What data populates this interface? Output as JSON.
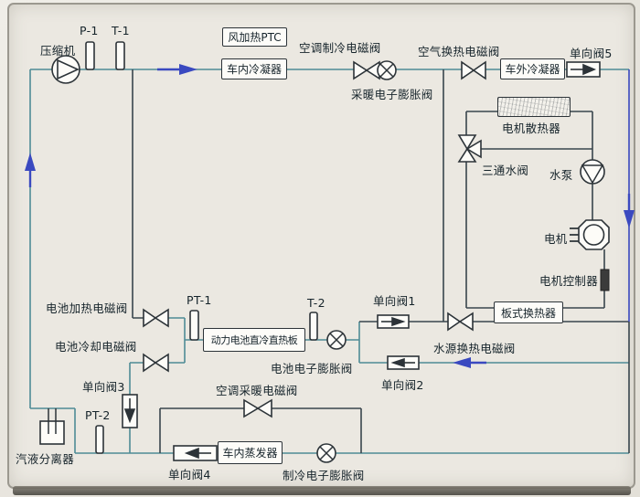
{
  "colors": {
    "pipe_teal": "#4e8b96",
    "pipe_dark": "#39454d",
    "arrow_blue": "#3a49c0",
    "box_border": "#2c3338",
    "text": "#16242b",
    "background": "#e8e5de"
  },
  "labels": {
    "compressor": "压缩机",
    "p1": "P-1",
    "t1": "T-1",
    "ptc": "风加热PTC",
    "cabin_condenser": "车内冷凝器",
    "ac_cooling_solenoid": "空调制冷电磁阀",
    "heating_eev": "采暖电子膨胀阀",
    "air_hx_solenoid": "空气换热电磁阀",
    "ext_condenser": "车外冷凝器",
    "check5": "单向阀5",
    "motor_radiator": "电机散热器",
    "three_way_valve": "三通水阀",
    "water_pump": "水泵",
    "motor": "电机",
    "motor_controller": "电机控制器",
    "plate_hx": "板式换热器",
    "battery_heat_solenoid": "电池加热电磁阀",
    "battery_cool_solenoid": "电池冷却电磁阀",
    "pt1": "PT-1",
    "battery_plate": "动力电池直冷直热板",
    "t2": "T-2",
    "check1": "单向阀1",
    "battery_eev": "电池电子膨胀阀",
    "water_source_solenoid": "水源换热电磁阀",
    "check2": "单向阀2",
    "check3": "单向阀3",
    "pt2": "PT-2",
    "ac_heating_solenoid": "空调采暖电磁阀",
    "separator": "汽液分离器",
    "check4": "单向阀4",
    "cabin_evaporator": "车内蒸发器",
    "cooling_eev": "制冷电子膨胀阀"
  }
}
